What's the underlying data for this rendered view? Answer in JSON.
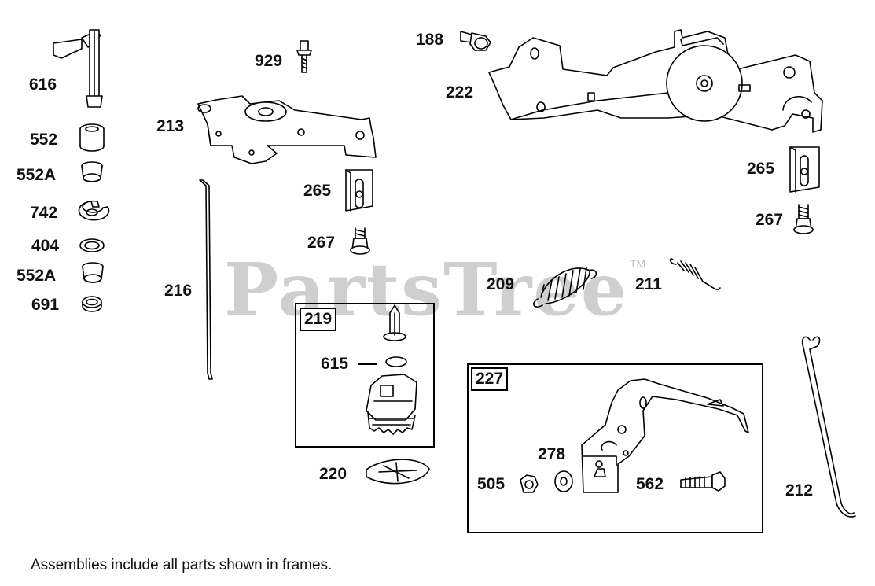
{
  "watermark": {
    "text": "PartsTree",
    "tm": "TM"
  },
  "footnote": "Assemblies include all parts shown in frames.",
  "frames": {
    "frame_219": "219",
    "frame_227": "227"
  },
  "labels": {
    "p616": "616",
    "p552": "552",
    "p552A_1": "552A",
    "p742": "742",
    "p404": "404",
    "p552A_2": "552A",
    "p691": "691",
    "p929": "929",
    "p213": "213",
    "p216": "216",
    "p265_left": "265",
    "p267_left": "267",
    "p188": "188",
    "p222": "222",
    "p265_right": "265",
    "p267_right": "267",
    "p209": "209",
    "p211": "211",
    "p615": "615",
    "p220": "220",
    "p278": "278",
    "p505": "505",
    "p562": "562",
    "p212": "212"
  },
  "colors": {
    "line": "#000000",
    "watermark": "#cfcfcf",
    "background": "#ffffff"
  }
}
